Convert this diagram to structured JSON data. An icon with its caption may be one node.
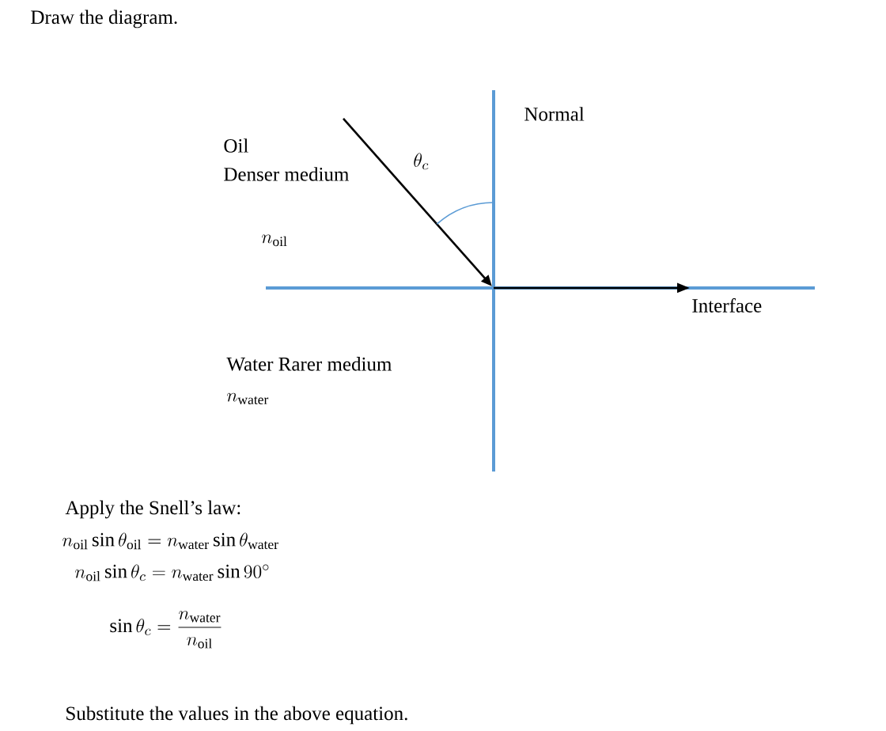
{
  "diagram": {
    "labels": [
      "Draw the diagram.",
      "Normal",
      "Oil",
      "Denser medium",
      "\\theta_c",
      "n_{\\mathrm{oil}}",
      "Interface",
      "Water Rarer medium",
      "n_{\\mathrm{water}}",
      "Apply the Snell’s law:",
      "n_{\\mathrm{oil}}\\sin\\theta_{\\mathrm{oil}} = n_{\\mathrm{water}}\\sin\\theta_{\\mathrm{water}}",
      "n_{\\mathrm{oil}}\\sin\\theta_c = n_{\\mathrm{water}}\\sin 90^\\circ",
      "\\sin\\theta_c = \\frac{n_{\\mathrm{water}}}{n_{\\mathrm{oil}}}",
      "Substitute the values in the above equation."
    ]
  }
}
